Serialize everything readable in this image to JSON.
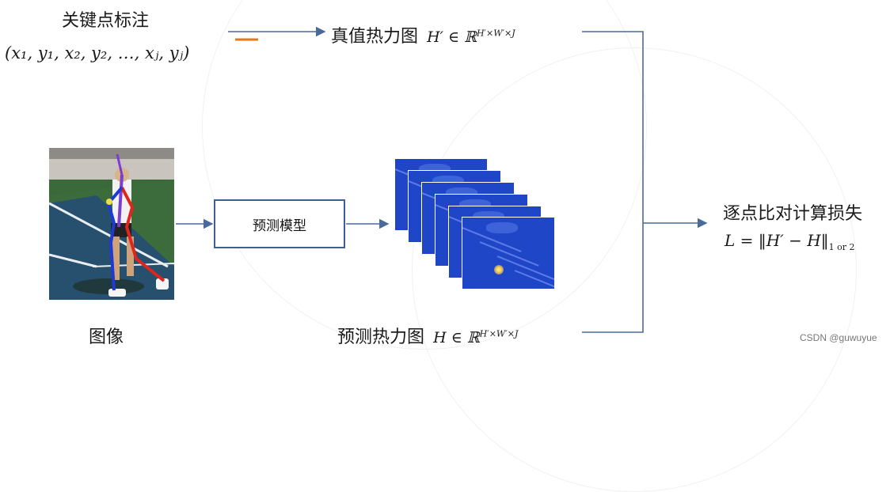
{
  "keypoint_label": "关键点标注",
  "keypoint_coords": "(x₁, y₁, x₂, y₂, …, xⱼ, yⱼ)",
  "gt_heatmap": {
    "label": "真值热力图",
    "math_main": "H′ ∈ ℝ",
    "math_sup": "H′×W′×J"
  },
  "image_label": "图像",
  "model_label": "预测模型",
  "pred_heatmap": {
    "label": "预测热力图",
    "math_main": "H ∈ ℝ",
    "math_sup": "H′×W′×J"
  },
  "loss": {
    "label": "逐点比对计算损失",
    "math_main": "L = ‖H′ − H‖",
    "math_sub": "1 or 2"
  },
  "watermark": "CSDN @guwuyue",
  "colors": {
    "arrow": "#4a6a9c",
    "box_border": "#3f5f94",
    "heatmap": "#1f46c6",
    "marker": "#e07b1f"
  }
}
